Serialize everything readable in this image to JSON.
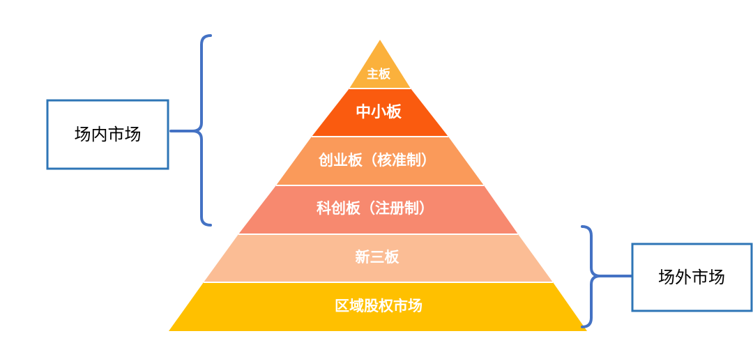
{
  "pyramid": {
    "layers": [
      {
        "label": "主板",
        "color": "#FBB13C"
      },
      {
        "label": "中小板",
        "color": "#FA5B0F"
      },
      {
        "label": "创业板（核准制）",
        "color": "#FA9A5A"
      },
      {
        "label": "科创板（注册制）",
        "color": "#F7896F"
      },
      {
        "label": "新三板",
        "color": "#FBBD95"
      },
      {
        "label": "区域股权市场",
        "color": "#FFC000"
      }
    ]
  },
  "groups": {
    "onsite": {
      "label": "场内市场"
    },
    "offsite": {
      "label": "场外市场"
    }
  },
  "colors": {
    "brace": "#4472C4",
    "box_border": "#2E75B6",
    "box_fill": "#ffffff",
    "label_text": "#ffffff"
  }
}
